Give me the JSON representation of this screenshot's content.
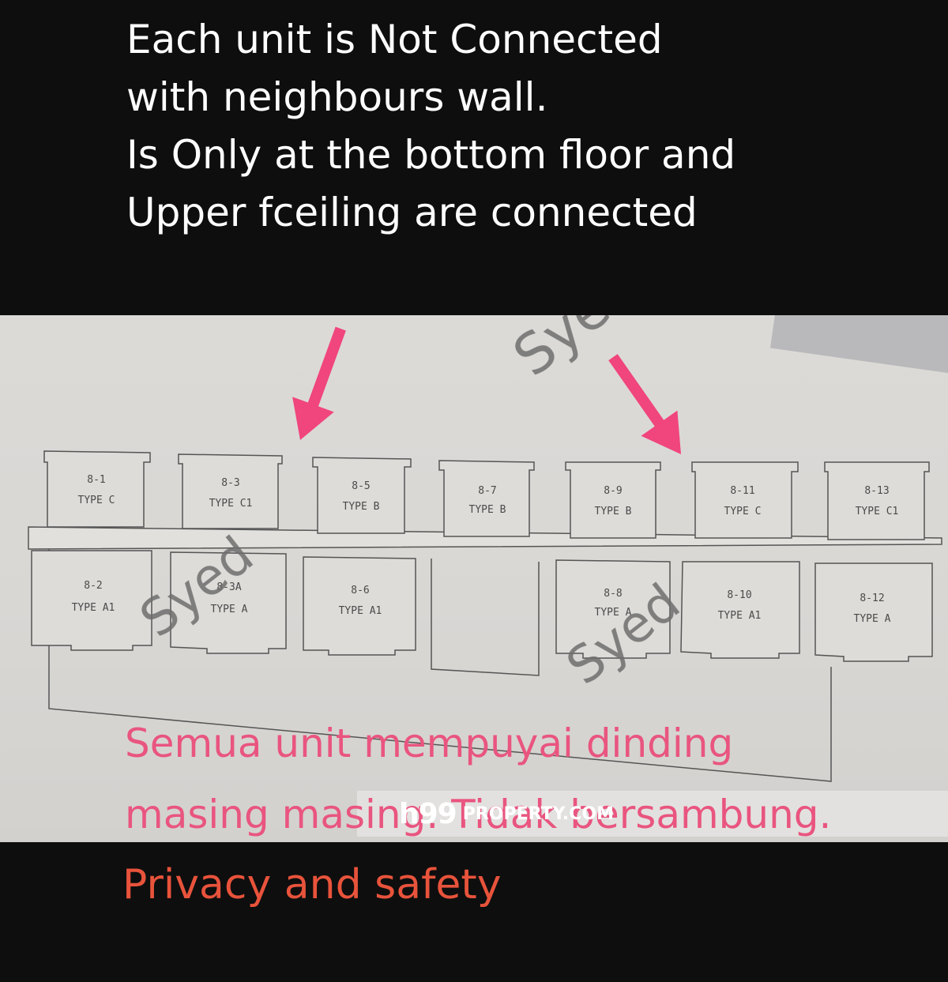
{
  "top_caption": {
    "lines": [
      "Each unit is Not Connected",
      "with neighbours wall.",
      "Is Only at the bottom floor and",
      "Upper fceiling are connected"
    ]
  },
  "floor_plan": {
    "top_row": [
      {
        "unit": "8-1",
        "type": "TYPE C"
      },
      {
        "unit": "8-3",
        "type": "TYPE C1"
      },
      {
        "unit": "8-5",
        "type": "TYPE B"
      },
      {
        "unit": "8-7",
        "type": "TYPE B"
      },
      {
        "unit": "8-9",
        "type": "TYPE B"
      },
      {
        "unit": "8-11",
        "type": "TYPE C"
      },
      {
        "unit": "8-13",
        "type": "TYPE C1"
      }
    ],
    "bottom_row": [
      {
        "unit": "8-2",
        "type": "TYPE A1"
      },
      {
        "unit": "8-3A",
        "type": "TYPE A"
      },
      {
        "unit": "8-6",
        "type": "TYPE A1"
      },
      {
        "unit": "8-8",
        "type": "TYPE A"
      },
      {
        "unit": "8-10",
        "type": "TYPE A1"
      },
      {
        "unit": "8-12",
        "type": "TYPE A"
      }
    ],
    "watermark": "Syed",
    "arrow_color": "#f0457d"
  },
  "malay_caption": {
    "lines": [
      "Semua unit mempuyai dinding",
      "masing masing. Tidak bersambung."
    ],
    "color": "#e9557f"
  },
  "logo": {
    "mark": "h99",
    "word": "PROPERTY.COM"
  },
  "bottom_caption": {
    "text": "Privacy and safety",
    "color": "#e8533b"
  }
}
